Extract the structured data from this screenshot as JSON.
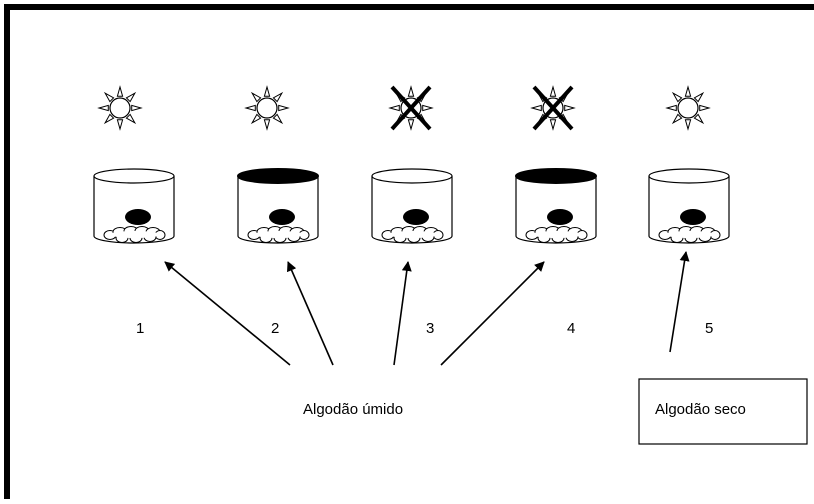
{
  "experiment": {
    "setups": [
      {
        "number": "1",
        "light": "sun-icon",
        "lid": "open-transparent",
        "cotton": "wet"
      },
      {
        "number": "2",
        "light": "sun-icon",
        "lid": "black-cover",
        "cotton": "wet"
      },
      {
        "number": "3",
        "light": "crossed-sun-icon",
        "lid": "open-transparent",
        "cotton": "wet"
      },
      {
        "number": "4",
        "light": "crossed-sun-icon",
        "lid": "black-cover",
        "cotton": "wet"
      },
      {
        "number": "5",
        "light": "sun-icon",
        "lid": "open-transparent",
        "cotton": "dry"
      }
    ]
  },
  "labels": {
    "wet_cotton": "Algodão úmido",
    "dry_cotton": "Algodão seco"
  },
  "colors": {
    "ink": "#000000",
    "background": "#ffffff"
  }
}
